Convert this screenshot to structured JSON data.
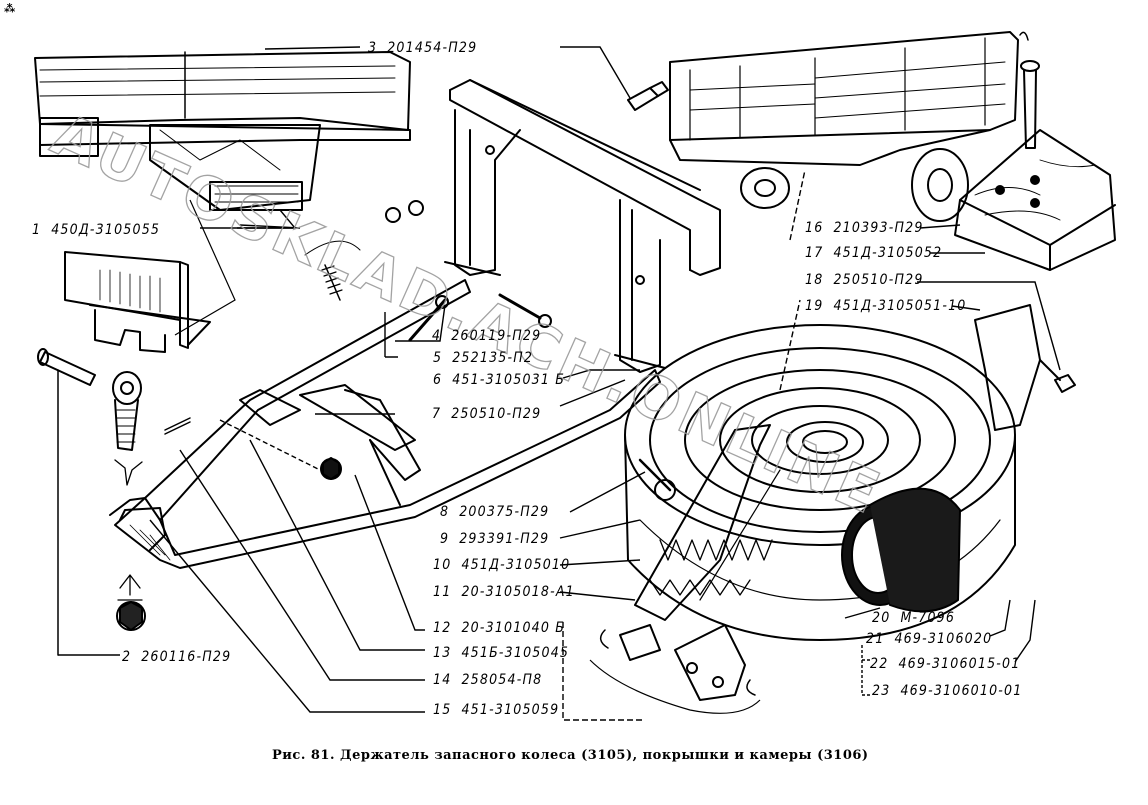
{
  "figure": {
    "caption": "Рис. 81. Держатель запасного колеса (3105), покрышки и камеры (3106)",
    "watermark": "AUTOSKLAD.ACH.ONLINE",
    "corner_mark": "⁂"
  },
  "callouts": [
    {
      "num": "1",
      "part": "450Д-3105055"
    },
    {
      "num": "2",
      "part": "260116-П29"
    },
    {
      "num": "3",
      "part": "201454-П29"
    },
    {
      "num": "4",
      "part": "260119-П29"
    },
    {
      "num": "5",
      "part": "252135-П2"
    },
    {
      "num": "6",
      "part": "451-3105031 Б"
    },
    {
      "num": "7",
      "part": "250510-П29"
    },
    {
      "num": "8",
      "part": "200375-П29"
    },
    {
      "num": "9",
      "part": "293391-П29"
    },
    {
      "num": "10",
      "part": "451Д-3105010"
    },
    {
      "num": "11",
      "part": "20-3105018-А1"
    },
    {
      "num": "12",
      "part": "20-3101040 Б"
    },
    {
      "num": "13",
      "part": "451Б-3105045"
    },
    {
      "num": "14",
      "part": "258054-П8"
    },
    {
      "num": "15",
      "part": "451-3105059"
    },
    {
      "num": "16",
      "part": "210393-П29"
    },
    {
      "num": "17",
      "part": "451Д-3105052"
    },
    {
      "num": "18",
      "part": "250510-П29"
    },
    {
      "num": "19",
      "part": "451Д-3105051-10"
    },
    {
      "num": "20",
      "part": "М-7096"
    },
    {
      "num": "21",
      "part": "469-3106020"
    },
    {
      "num": "22",
      "part": "469-3106015-01"
    },
    {
      "num": "23",
      "part": "469-3106010-01"
    }
  ]
}
